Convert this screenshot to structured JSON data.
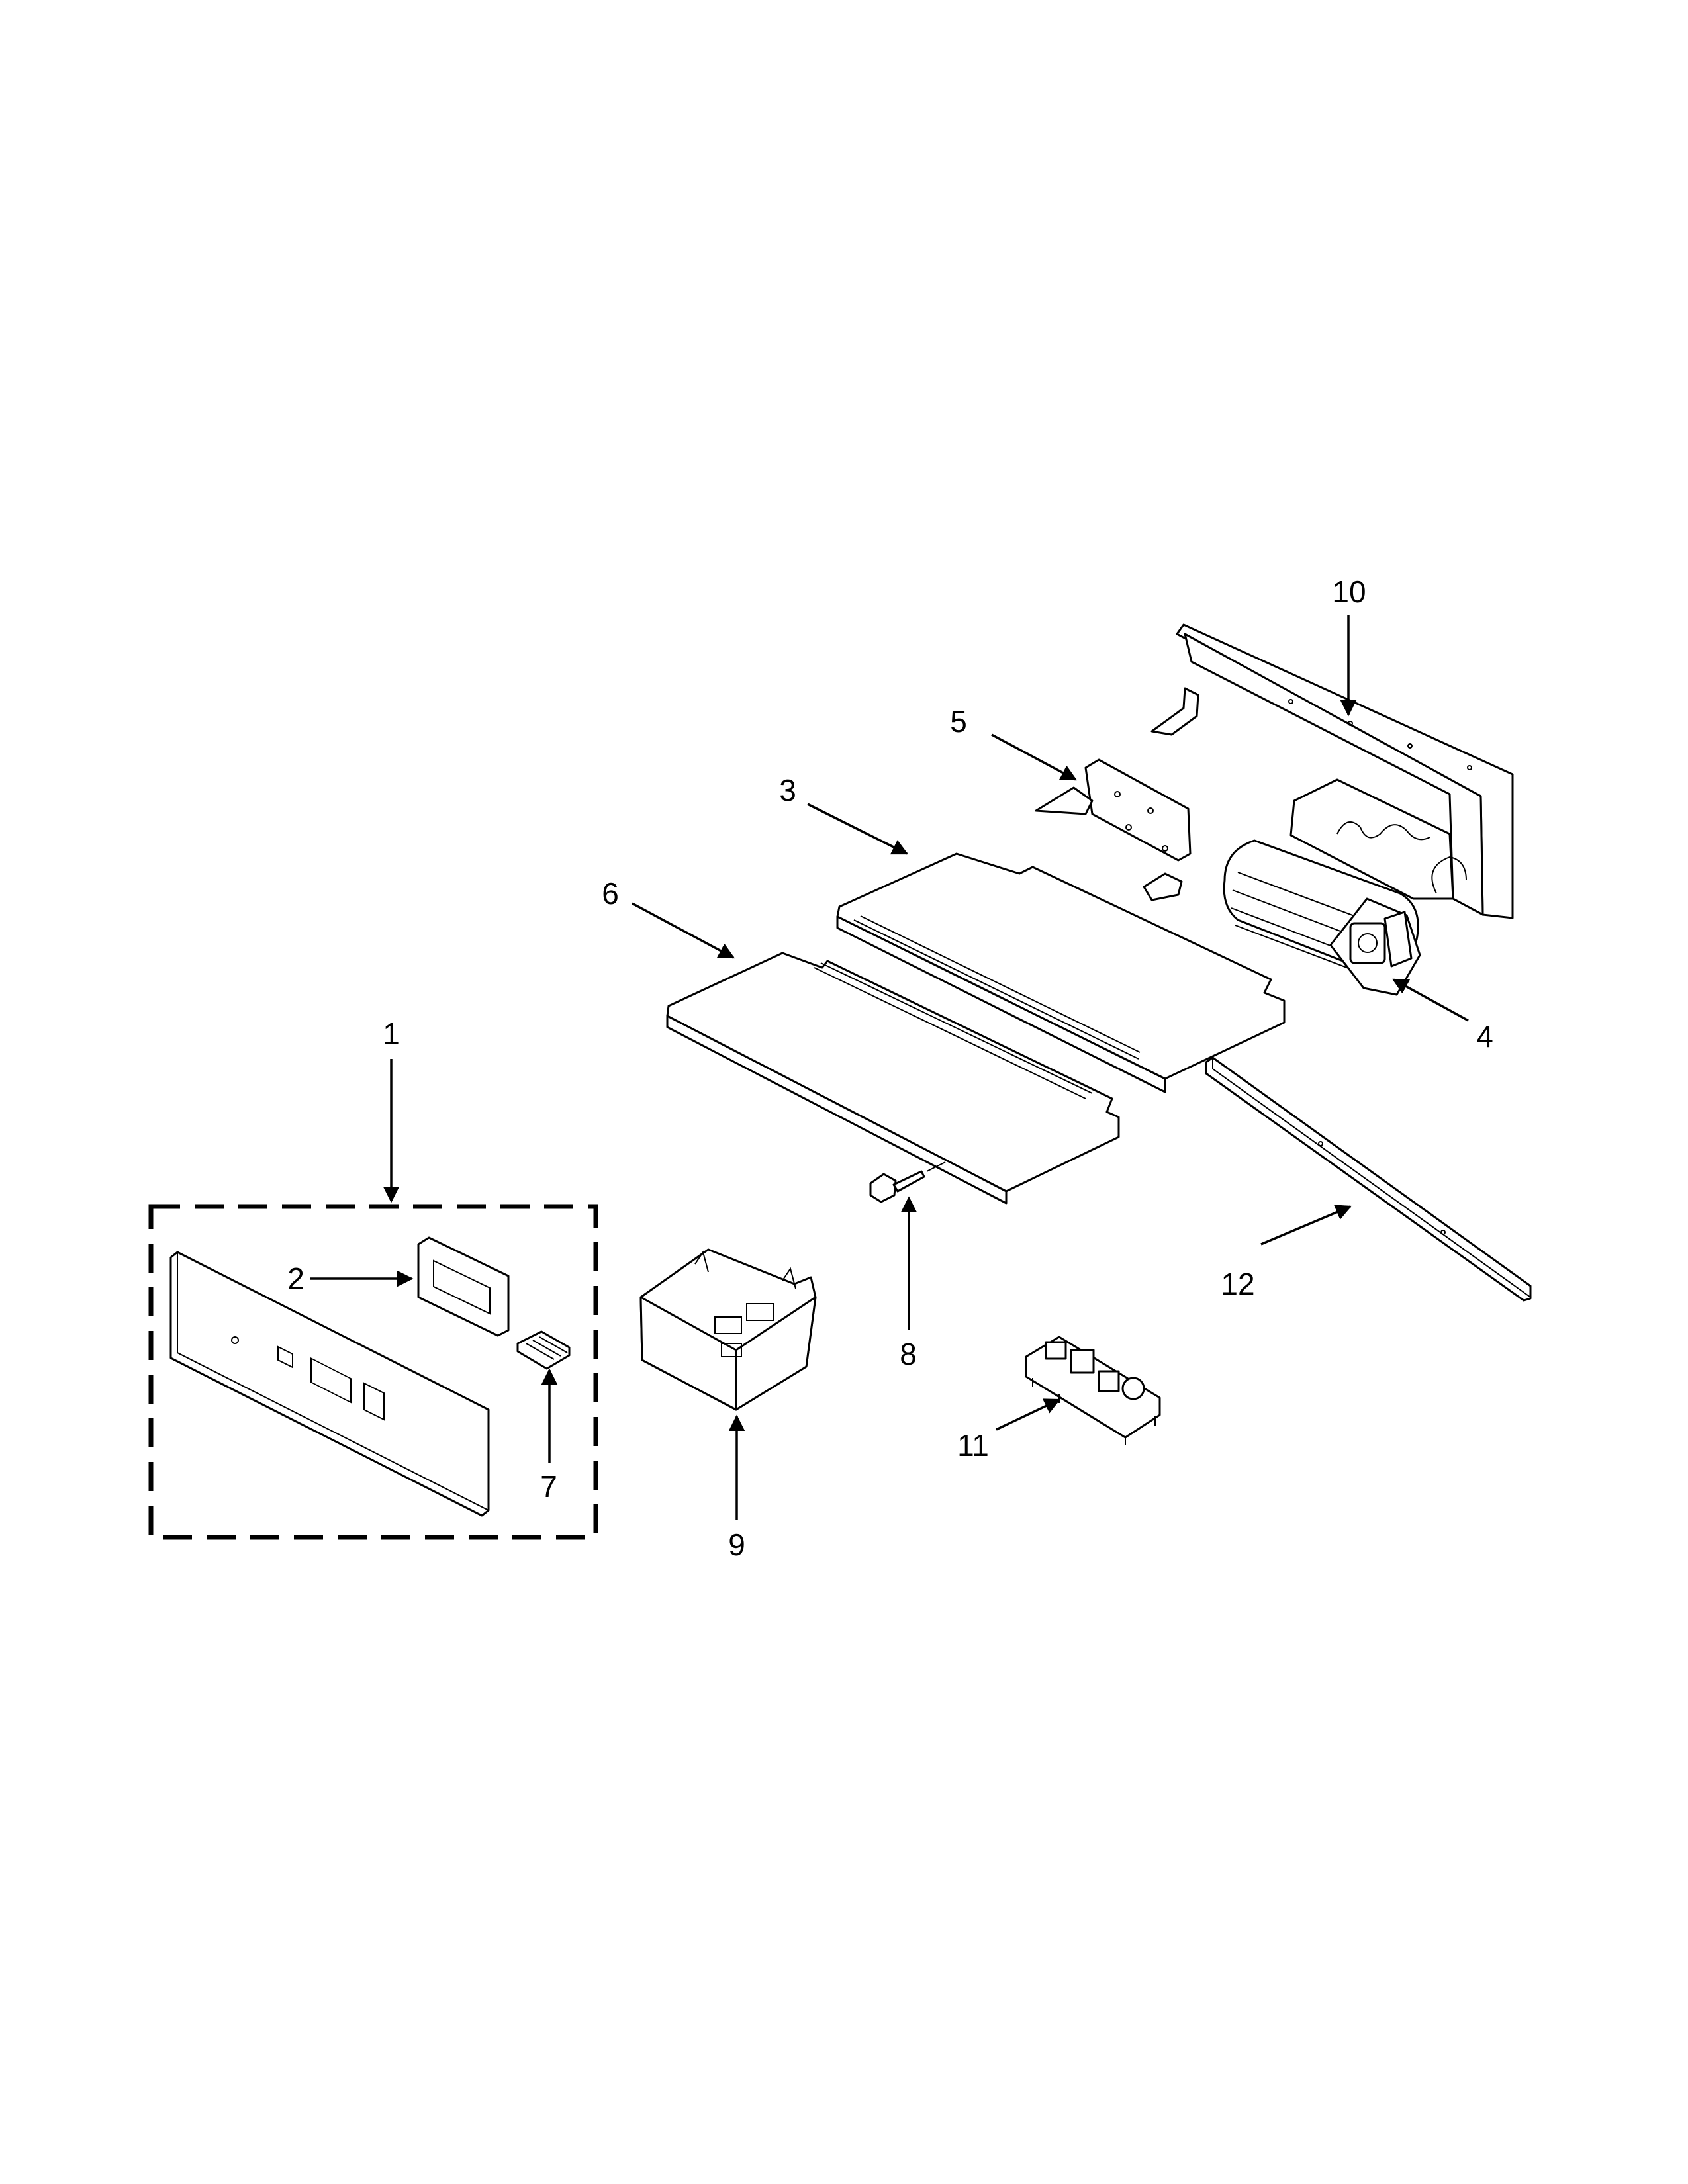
{
  "diagram": {
    "callouts": [
      {
        "id": "1",
        "label": "1"
      },
      {
        "id": "2",
        "label": "2"
      },
      {
        "id": "3",
        "label": "3"
      },
      {
        "id": "4",
        "label": "4"
      },
      {
        "id": "5",
        "label": "5"
      },
      {
        "id": "6",
        "label": "6"
      },
      {
        "id": "7",
        "label": "7"
      },
      {
        "id": "8",
        "label": "8"
      },
      {
        "id": "9",
        "label": "9"
      },
      {
        "id": "10",
        "label": "10"
      },
      {
        "id": "11",
        "label": "11"
      },
      {
        "id": "12",
        "label": "12"
      }
    ],
    "line_color": "#000000",
    "background": "#ffffff"
  }
}
